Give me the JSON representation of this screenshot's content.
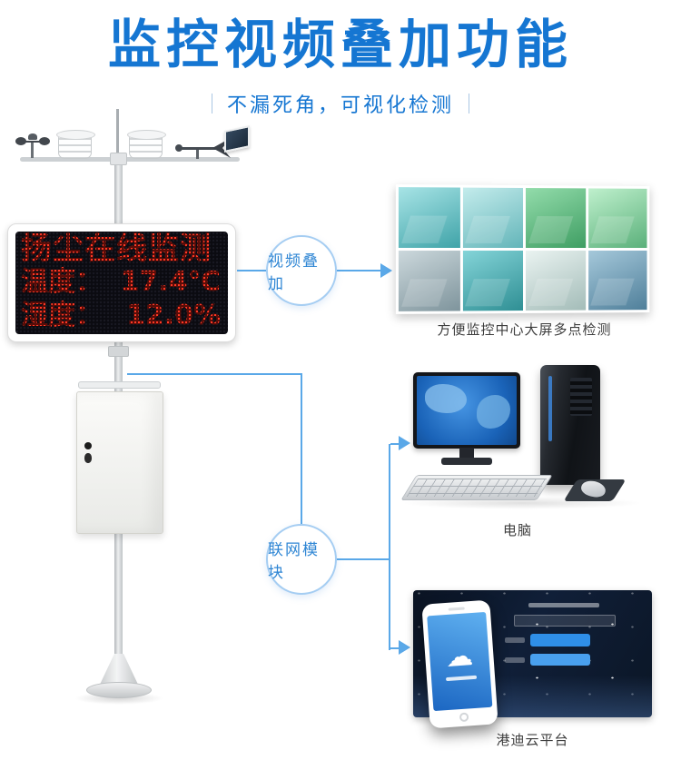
{
  "header": {
    "title": "监控视频叠加功能",
    "subtitle": "不漏死角，可视化检测"
  },
  "station": {
    "led_display": {
      "line1": "扬尘在线监测",
      "temperature_label": "温度：",
      "temperature_value": "17.4℃",
      "humidity_label": "湿度：",
      "humidity_value": "12.0%"
    }
  },
  "flow_nodes": [
    {
      "label": "视频叠加"
    },
    {
      "label": "联网模块"
    }
  ],
  "panels": {
    "monitor_wall": {
      "caption": "方便监控中心大屏多点检测"
    },
    "computer": {
      "caption": "电脑"
    },
    "cloud_platform": {
      "caption": "港迪云平台"
    }
  },
  "icons": {
    "cloud": "☁"
  },
  "colors": {
    "title_blue": "#1576d2",
    "connector_blue": "#5aa8e8",
    "led_red": "#ff2d1e",
    "led_background": "#0b0b11",
    "button_blue": "#2f8fe8"
  }
}
